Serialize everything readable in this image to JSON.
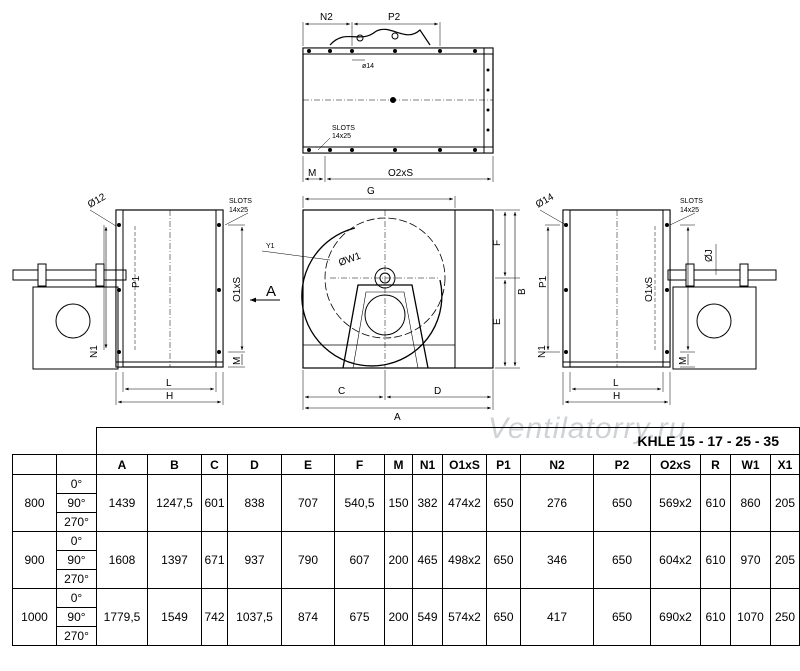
{
  "drawing": {
    "top_view": {
      "labels": [
        "N2",
        "P2",
        "ø14",
        "SLOTS",
        "14x25",
        "M",
        "O2xS"
      ]
    },
    "left_view": {
      "labels": [
        "Ø12",
        "SLOTS",
        "14x25",
        "P1",
        "O1xS",
        "N1",
        "M",
        "L",
        "H"
      ]
    },
    "front_view": {
      "labels": [
        "G",
        "Y1",
        "ØW1",
        "F",
        "B",
        "E",
        "C",
        "D",
        "A"
      ]
    },
    "right_view": {
      "labels": [
        "Ø14",
        "SLOTS",
        "14x25",
        "P1",
        "O1xS",
        "ØJ",
        "N1",
        "M",
        "L",
        "H"
      ]
    },
    "arrow_label": "A"
  },
  "watermark": "Ventilatorry.ru",
  "table": {
    "title": "KHLE 15 - 17 - 25 - 35",
    "columns": [
      "A",
      "B",
      "C",
      "D",
      "E",
      "F",
      "M",
      "N1",
      "O1xS",
      "P1",
      "N2",
      "P2",
      "O2xS",
      "R",
      "W1",
      "X1"
    ],
    "angles": [
      "0°",
      "90°",
      "270°"
    ],
    "rows": [
      {
        "size": "800",
        "values": [
          "1439",
          "1247,5",
          "601",
          "838",
          "707",
          "540,5",
          "150",
          "382",
          "474x2",
          "650",
          "276",
          "650",
          "569x2",
          "610",
          "860",
          "205"
        ]
      },
      {
        "size": "900",
        "values": [
          "1608",
          "1397",
          "671",
          "937",
          "790",
          "607",
          "200",
          "465",
          "498x2",
          "650",
          "346",
          "650",
          "604x2",
          "610",
          "970",
          "205"
        ]
      },
      {
        "size": "1000",
        "values": [
          "1779,5",
          "1549",
          "742",
          "1037,5",
          "874",
          "675",
          "200",
          "549",
          "574x2",
          "650",
          "417",
          "650",
          "690x2",
          "610",
          "1070",
          "250"
        ]
      }
    ]
  }
}
